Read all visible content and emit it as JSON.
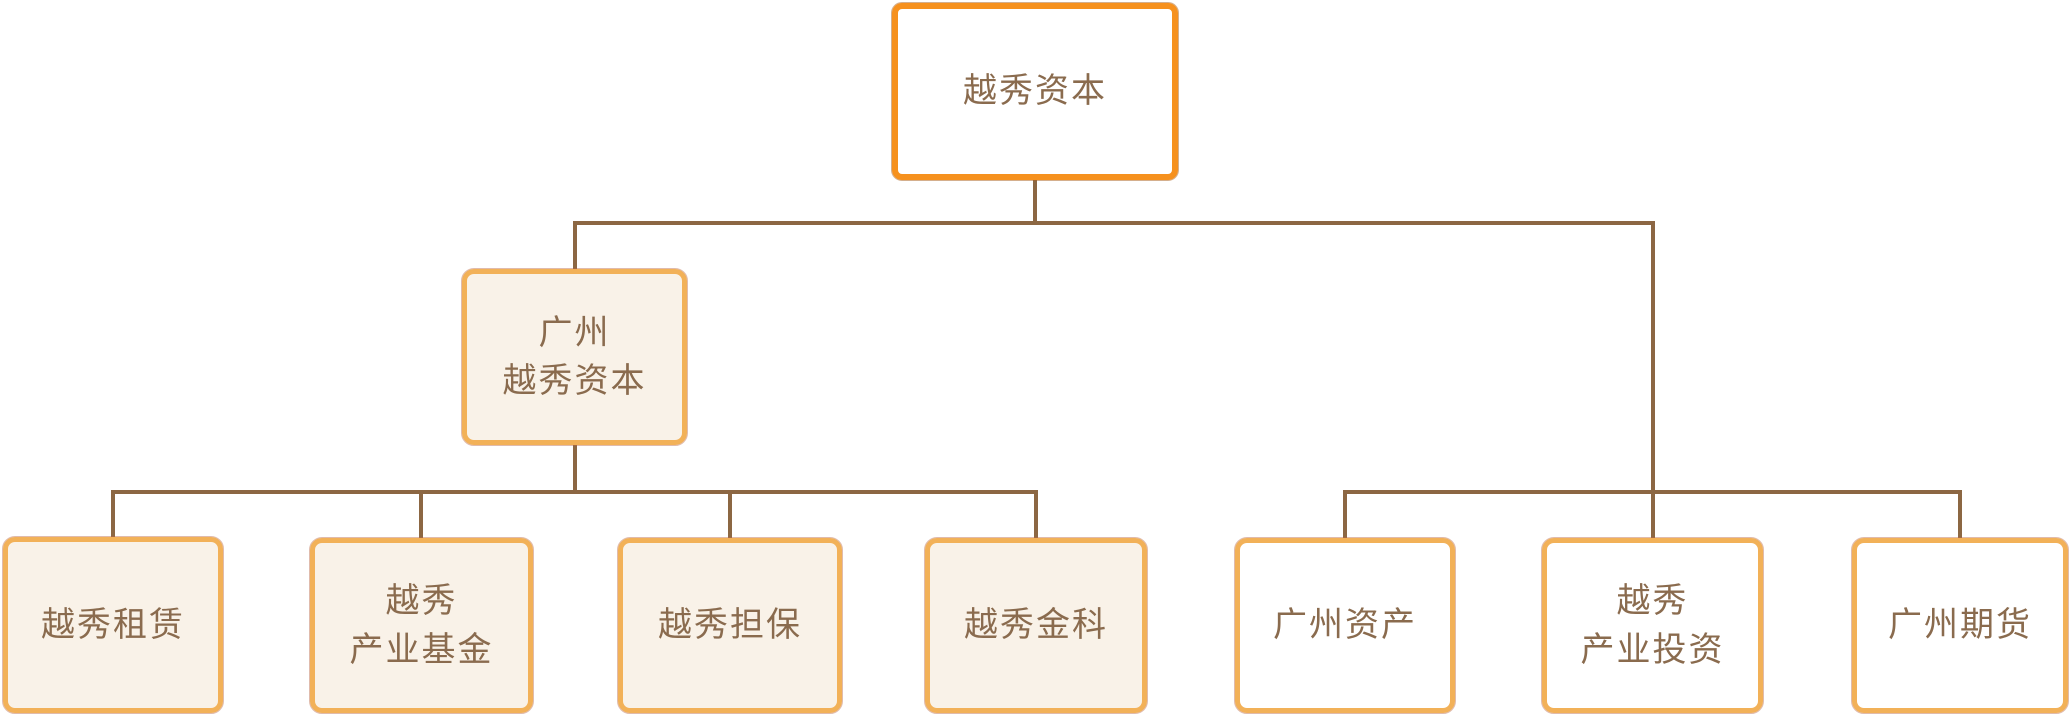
{
  "diagram": {
    "type": "org-chart",
    "title": "",
    "colors": {
      "root_border": "#F6911E",
      "child_border": "#F2B158",
      "cream_fill": "#F9F2E8",
      "white_fill": "#FFFFFF",
      "connector": "#8C6743",
      "text": "#8A6B4E"
    },
    "nodes": [
      {
        "id": "yuexiu-capital",
        "label": "越秀资本",
        "level": 1,
        "parent": null,
        "fill": "white"
      },
      {
        "id": "guangzhou-yuexiu-capital",
        "label": "广州\n越秀资本",
        "level": 2,
        "parent": "yuexiu-capital",
        "fill": "cream"
      },
      {
        "id": "yuexiu-leasing",
        "label": "越秀租赁",
        "level": 3,
        "parent": "guangzhou-yuexiu-capital",
        "fill": "cream"
      },
      {
        "id": "yuexiu-industrial-fund",
        "label": "越秀\n产业基金",
        "level": 3,
        "parent": "guangzhou-yuexiu-capital",
        "fill": "cream"
      },
      {
        "id": "yuexiu-guarantee",
        "label": "越秀担保",
        "level": 3,
        "parent": "guangzhou-yuexiu-capital",
        "fill": "cream"
      },
      {
        "id": "yuexiu-fintech",
        "label": "越秀金科",
        "level": 3,
        "parent": "guangzhou-yuexiu-capital",
        "fill": "cream"
      },
      {
        "id": "guangzhou-asset",
        "label": "广州资产",
        "level": 3,
        "parent": "yuexiu-capital",
        "fill": "white"
      },
      {
        "id": "yuexiu-industrial-investment",
        "label": "越秀\n产业投资",
        "level": 3,
        "parent": "yuexiu-capital",
        "fill": "white"
      },
      {
        "id": "guangzhou-futures",
        "label": "广州期货",
        "level": 3,
        "parent": "yuexiu-capital",
        "fill": "white"
      }
    ]
  }
}
